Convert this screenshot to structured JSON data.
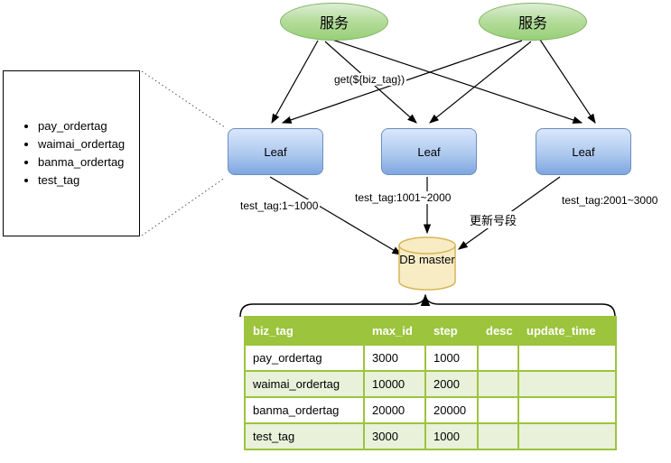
{
  "diagram": {
    "services": [
      {
        "label": "服务"
      },
      {
        "label": "服务"
      }
    ],
    "leaves": [
      {
        "label": "Leaf"
      },
      {
        "label": "Leaf"
      },
      {
        "label": "Leaf"
      }
    ],
    "db_label": "DB master",
    "edge_labels": {
      "get_request": "get(${biz_tag})",
      "segment_leaf1": "test_tag:1~1000",
      "segment_leaf2": "test_tag:1001~2000",
      "segment_leaf3": "test_tag:2001~3000",
      "update_segment": "更新号段"
    },
    "tags_box": {
      "items": [
        "pay_ordertag",
        "waimai_ordertag",
        "banma_ordertag",
        "test_tag"
      ]
    },
    "colors": {
      "service_fill": "#97d077",
      "service_border": "#82b366",
      "leaf_fill": "#7ea6e0",
      "leaf_border": "#6c8ebf",
      "db_fill": "#f8ecc5",
      "db_border": "#d6b656",
      "table_green": "#9cc43d",
      "table_row_alt": "#e9f1da"
    }
  },
  "table": {
    "headers": [
      "biz_tag",
      "max_id",
      "step",
      "desc",
      "update_time"
    ],
    "rows": [
      [
        "pay_ordertag",
        "3000",
        "1000",
        "",
        ""
      ],
      [
        "waimai_ordertag",
        "10000",
        "2000",
        "",
        ""
      ],
      [
        "banma_ordertag",
        "20000",
        "20000",
        "",
        ""
      ],
      [
        "test_tag",
        "3000",
        "1000",
        "",
        ""
      ]
    ]
  }
}
